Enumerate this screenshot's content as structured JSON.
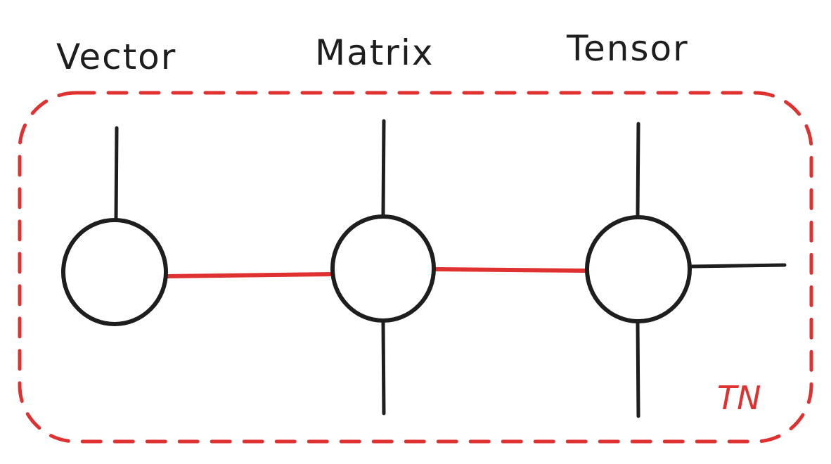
{
  "nodes": [
    {
      "id": "vector",
      "label": "Vector"
    },
    {
      "id": "matrix",
      "label": "Matrix"
    },
    {
      "id": "tensor",
      "label": "Tensor"
    }
  ],
  "group": {
    "label": "TN"
  },
  "colors": {
    "ink": "#1e1e1e",
    "accent": "#e03131",
    "background": "#ffffff"
  }
}
